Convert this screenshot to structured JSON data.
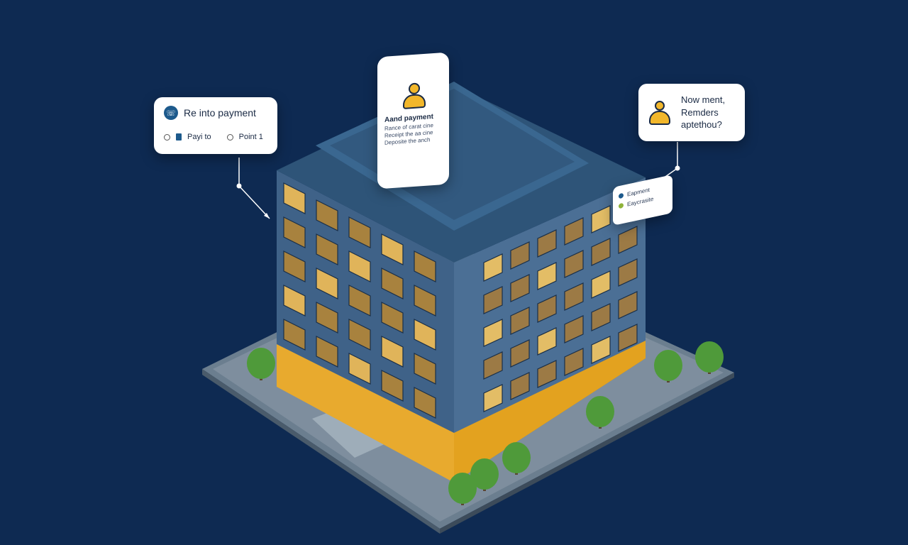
{
  "callout_left": {
    "title": "Re into payment",
    "option_1": "Payi to",
    "option_2": "Point 1",
    "icon": "phone-icon"
  },
  "callout_top": {
    "title": "Aand payment",
    "lines": [
      "Rance of carat cine",
      "Receipt the aa cine",
      "Deposite the anch"
    ],
    "icon": "user-icon"
  },
  "callout_right": {
    "line1": "Now ment,",
    "line2": "Remders",
    "line3": "aptethou?",
    "icon": "user-icon"
  },
  "callout_small": {
    "item_1": "Eapment",
    "item_2": "Eaycrasite"
  },
  "colors": {
    "background": "#0e2a52",
    "facade": "#3f6288",
    "accent": "#f2b72b"
  }
}
